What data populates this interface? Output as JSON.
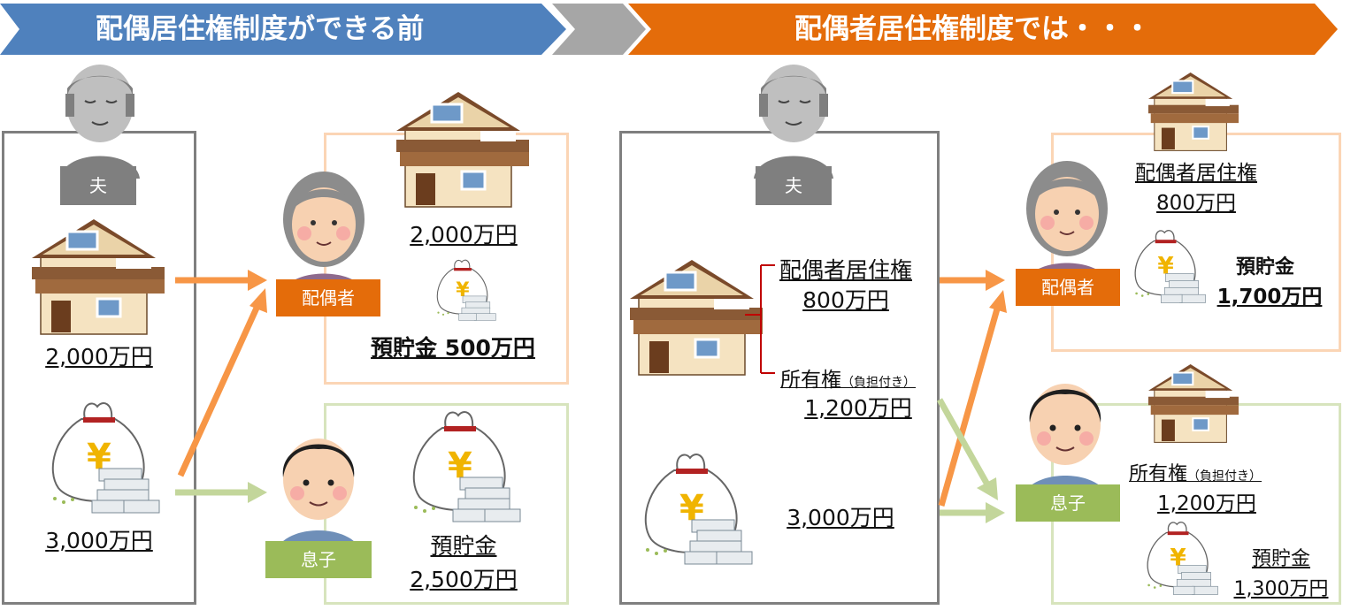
{
  "banners": {
    "before": "配偶居住権制度ができる前",
    "after": "配偶者居住権制度では・・・"
  },
  "left": {
    "husband_label": "夫",
    "house_value": "2,000万円",
    "cash_value": "3,000万円",
    "spouse_label": "配偶者",
    "spouse_house_value": "2,000万円",
    "spouse_savings": "預貯金 500万円",
    "son_label": "息子",
    "son_savings_title": "預貯金",
    "son_savings_value": "2,500万円"
  },
  "right": {
    "husband_label": "夫",
    "residence_right": "配偶者居住権",
    "residence_value": "800万円",
    "ownership": "所有権",
    "ownership_note": "（負担付き）",
    "ownership_value": "1,200万円",
    "cash_value": "3,000万円",
    "spouse_label": "配偶者",
    "spouse_right": "配偶者居住権",
    "spouse_right_value": "800万円",
    "spouse_savings_title": "預貯金",
    "spouse_savings_value": "1,700万円",
    "son_label": "息子",
    "son_ownership": "所有権",
    "son_ownership_note": "（負担付き）",
    "son_ownership_value": "1,200万円",
    "son_savings_title": "預貯金",
    "son_savings_value": "1,300万円"
  },
  "colors": {
    "blue": "#4f81bd",
    "gray": "#a6a6a6",
    "orange": "#e46c0a",
    "green": "#9bbb59",
    "frame_gray": "#7f7f7f",
    "frame_orange": "#fbd5b5",
    "frame_green": "#d7e4bd",
    "bracket": "#c00000"
  },
  "icons": [
    "elderly-man-icon",
    "elderly-woman-icon",
    "son-icon",
    "house-icon",
    "money-bag-icon"
  ]
}
